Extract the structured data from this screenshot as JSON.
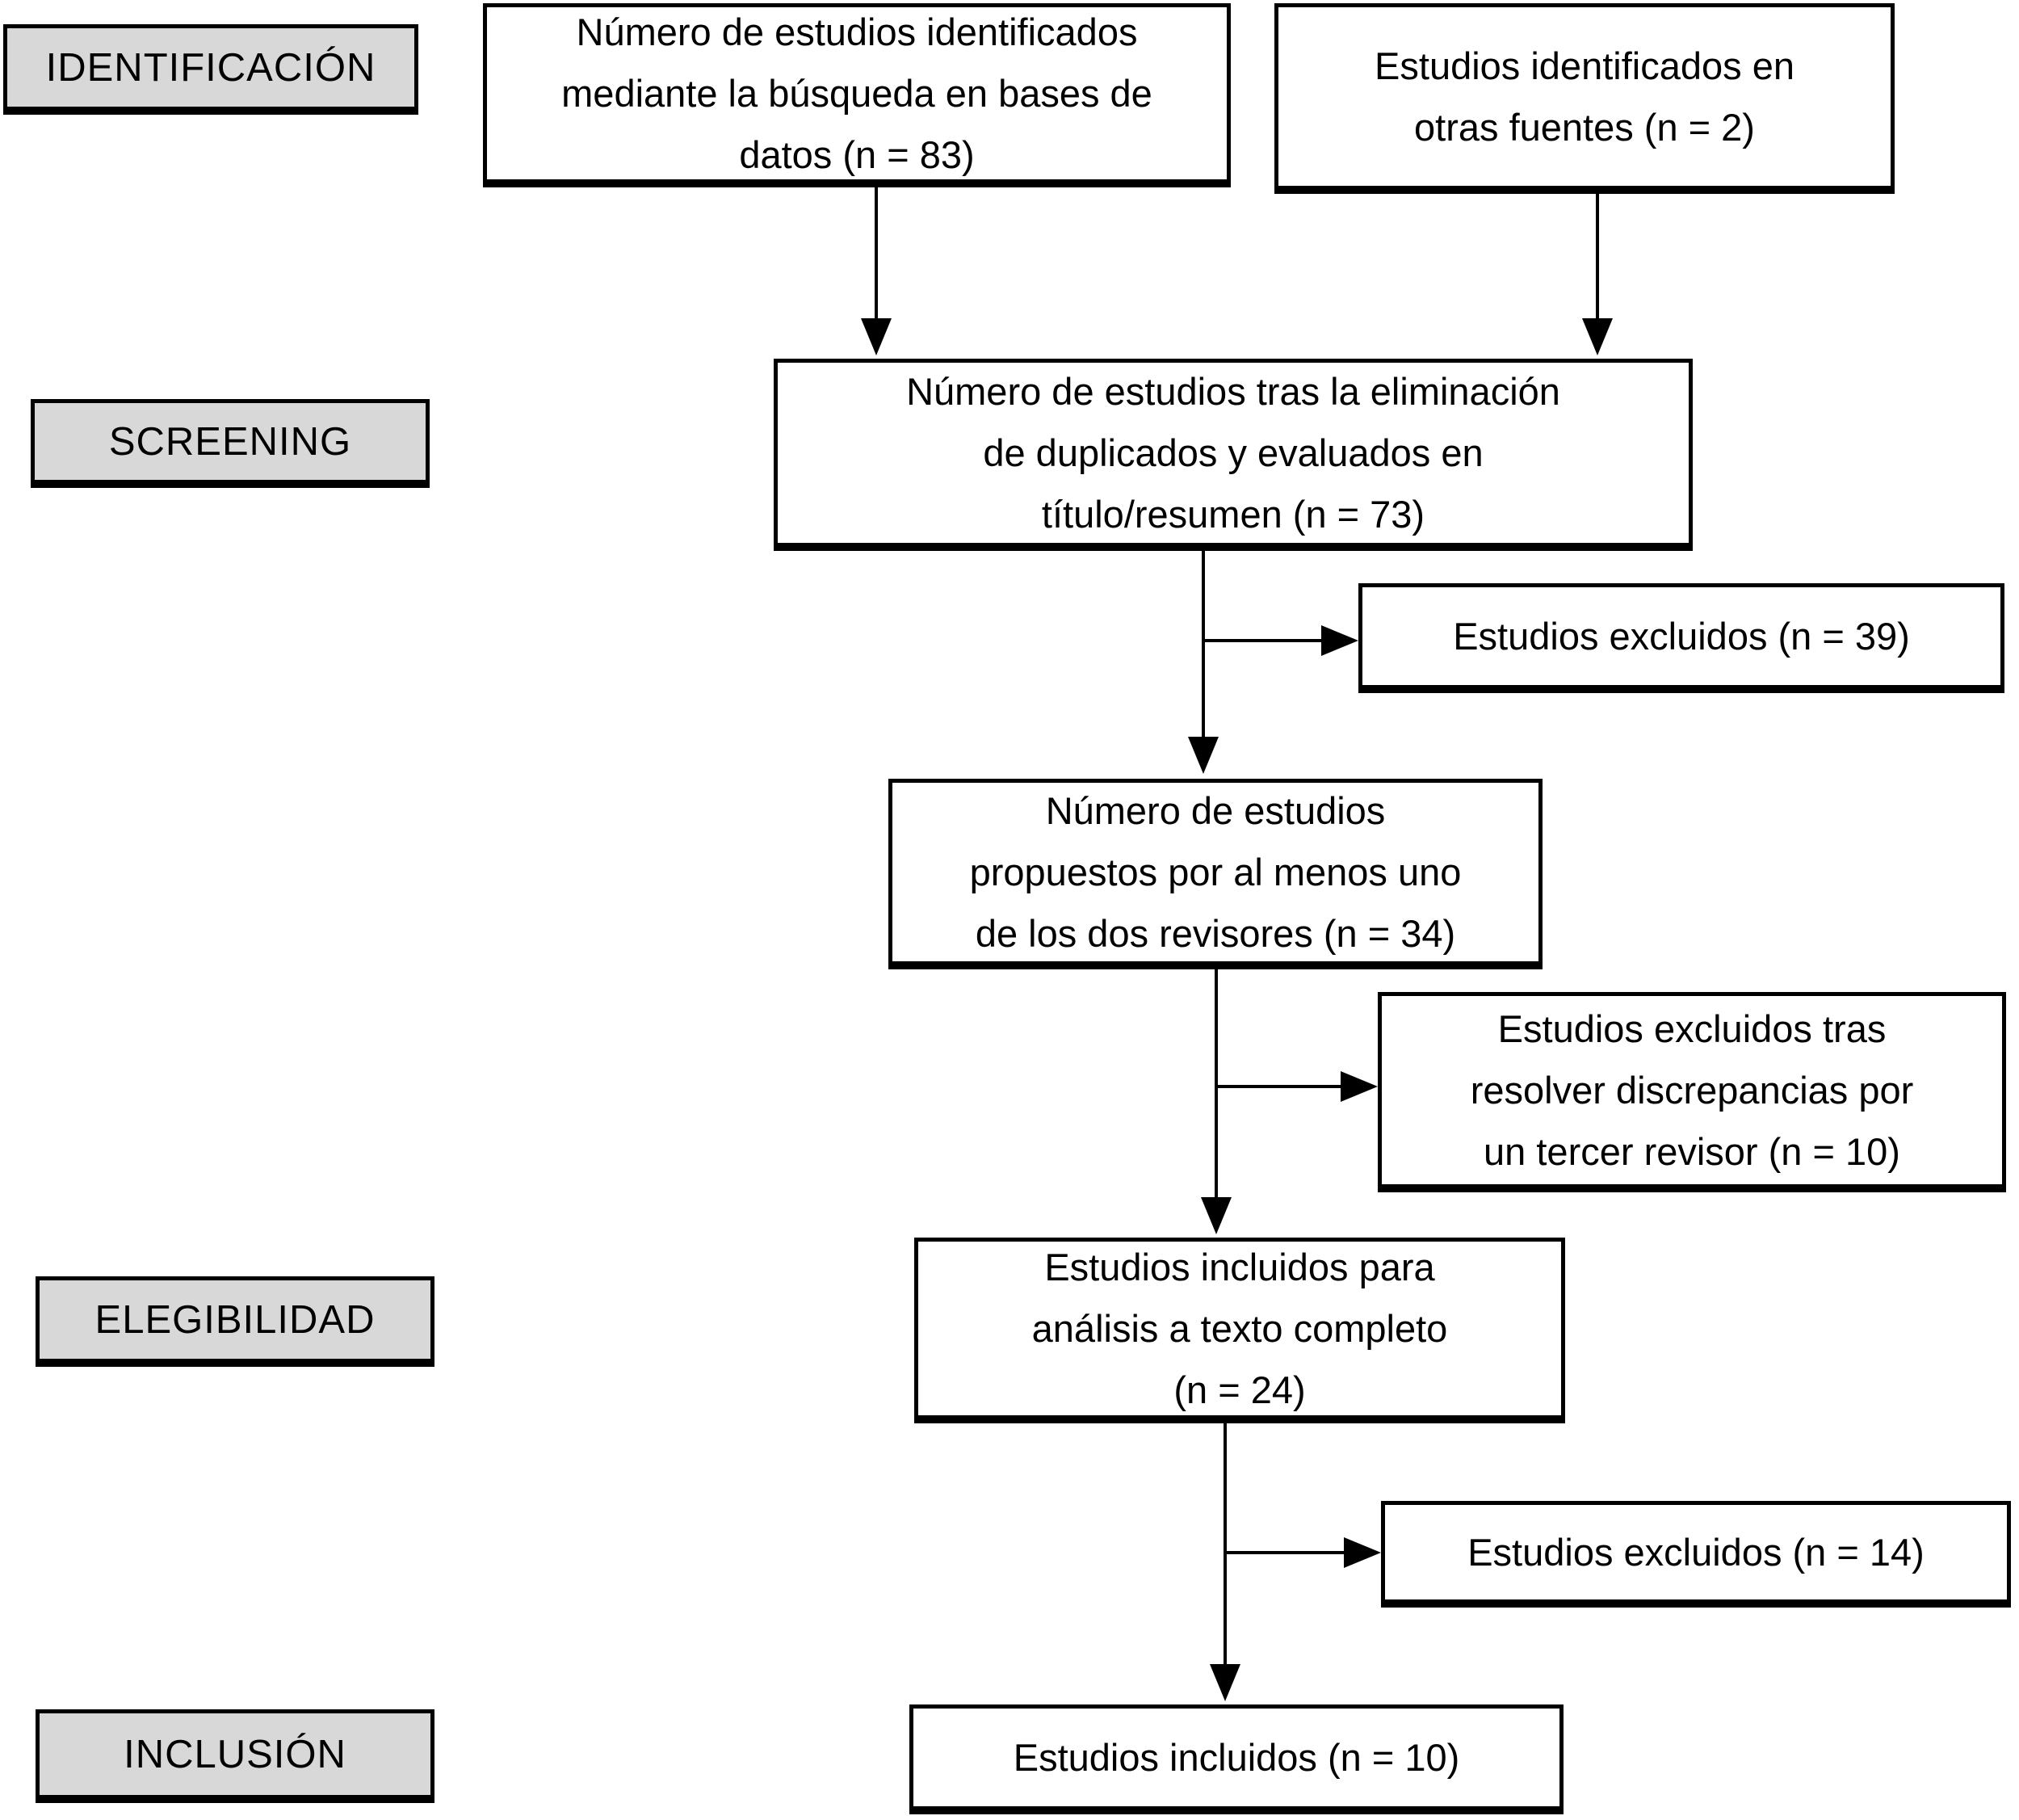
{
  "diagram": {
    "title_implicit": "Flujo de selección de estudios (PRISMA)",
    "colors": {
      "background": "#ffffff",
      "stage_fill": "#d8d8d8",
      "node_fill": "#ffffff",
      "border": "#000000"
    },
    "stage_labels": [
      {
        "label": "IDENTIFICACIÓN"
      },
      {
        "label": "SCREENING"
      },
      {
        "label": "ELEGIBILIDAD"
      },
      {
        "label": "INCLUSIÓN"
      }
    ],
    "nodes": {
      "identified_db": {
        "text": "Número de estudios identificados\nmediante la búsqueda en bases de\ndatos (n = 83)",
        "n": 83
      },
      "identified_other": {
        "text": "Estudios identificados en\notras fuentes (n = 2)",
        "n": 2
      },
      "screened": {
        "text": "Número de estudios tras la eliminación\nde duplicados y evaluados en\ntítulo/resumen (n = 73)",
        "n": 73
      },
      "excluded_screening": {
        "text": "Estudios excluidos (n = 39)",
        "n": 39
      },
      "proposed": {
        "text": "Número de estudios\npropuestos por al menos uno\nde los dos revisores (n = 34)",
        "n": 34
      },
      "excluded_third_reviewer": {
        "text": "Estudios excluidos tras\nresolver discrepancias por\nun tercer revisor (n = 10)",
        "n": 10
      },
      "fulltext": {
        "text": "Estudios incluidos para\nanálisis a texto completo\n(n = 24)",
        "n": 24
      },
      "excluded_fulltext": {
        "text": "Estudios excluidos (n = 14)",
        "n": 14
      },
      "included": {
        "text": "Estudios incluidos (n = 10)",
        "n": 10
      }
    }
  }
}
